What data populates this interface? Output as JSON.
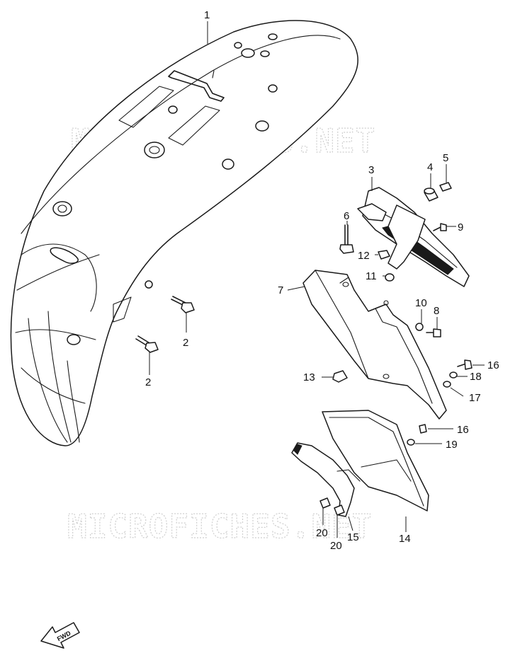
{
  "watermarks": [
    "MICROFICHES.NET",
    "MICROFICHES.NET"
  ],
  "fwd_badge": "FWD",
  "callouts": [
    {
      "id": "c1",
      "label": "1"
    },
    {
      "id": "c2a",
      "label": "2"
    },
    {
      "id": "c2b",
      "label": "2"
    },
    {
      "id": "c3",
      "label": "3"
    },
    {
      "id": "c4",
      "label": "4"
    },
    {
      "id": "c5",
      "label": "5"
    },
    {
      "id": "c6",
      "label": "6"
    },
    {
      "id": "c7",
      "label": "7"
    },
    {
      "id": "c8",
      "label": "8"
    },
    {
      "id": "c9",
      "label": "9"
    },
    {
      "id": "c10",
      "label": "10"
    },
    {
      "id": "c11",
      "label": "11"
    },
    {
      "id": "c12",
      "label": "12"
    },
    {
      "id": "c13",
      "label": "13"
    },
    {
      "id": "c14",
      "label": "14"
    },
    {
      "id": "c15",
      "label": "15"
    },
    {
      "id": "c16a",
      "label": "16"
    },
    {
      "id": "c16b",
      "label": "16"
    },
    {
      "id": "c17",
      "label": "17"
    },
    {
      "id": "c18",
      "label": "18"
    },
    {
      "id": "c19",
      "label": "19"
    },
    {
      "id": "c20a",
      "label": "20"
    },
    {
      "id": "c20b",
      "label": "20"
    }
  ]
}
